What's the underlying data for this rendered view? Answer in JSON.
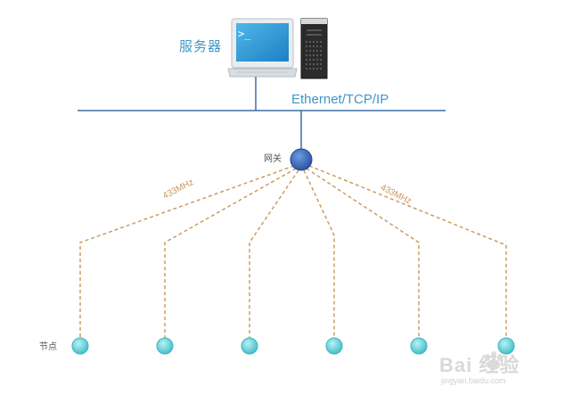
{
  "diagram": {
    "server_label": "服务器",
    "network_label": "Ethernet/TCP/IP",
    "gateway_label": "网关",
    "node_label": "节点",
    "frequency_label_left": "433MHz",
    "frequency_label_right": "433MHz",
    "node_count": 6
  },
  "watermark": {
    "logo_text": "Bai 经验",
    "url": "jingyan.baidu.com"
  },
  "colors": {
    "server_label": "#3f97c8",
    "bus_line": "#3d6fa6",
    "gateway": "#2f5fb5",
    "node": "#5ccfd6",
    "radio_link": "#c8975a"
  },
  "icons": {
    "server": "laptop-icon",
    "tower": "desktop-tower-icon",
    "gateway": "gateway-icon",
    "node": "node-icon"
  }
}
